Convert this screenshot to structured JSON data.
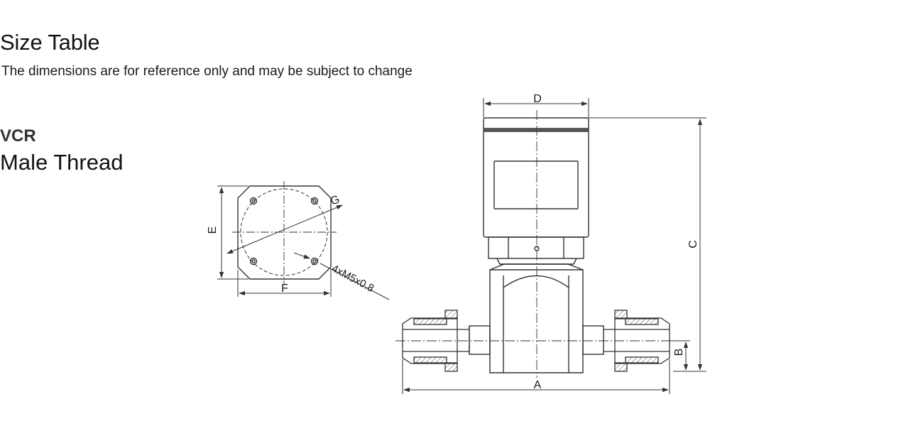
{
  "header": {
    "title": "Size Table",
    "subtitle": "The dimensions are for reference only and may be subject to change"
  },
  "variant": {
    "name": "VCR",
    "thread": "Male Thread"
  },
  "dimensions": {
    "A": "A",
    "B": "B",
    "C": "C",
    "D": "D",
    "E": "E",
    "F": "F",
    "G": "G",
    "bolts": "4xM5x0.8"
  },
  "colors": {
    "line": "#333333",
    "hatch": "#555555",
    "text": "#1a1a1a"
  }
}
